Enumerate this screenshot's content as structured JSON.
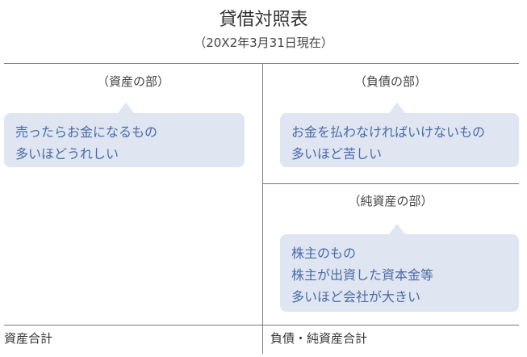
{
  "header": {
    "title": "貸借対照表",
    "subtitle": "（20X2年3月31日現在）"
  },
  "assets": {
    "label": "（資産の部）",
    "note": [
      "売ったらお金になるもの",
      "多いほどうれしい"
    ],
    "total": "資産合計"
  },
  "liabilities": {
    "label": "（負債の部）",
    "note": [
      "お金を払わなければいけないもの",
      "多いほど苦しい"
    ]
  },
  "net_assets": {
    "label": "（純資産の部）",
    "note": [
      "株主のもの",
      "株主が出資した資本金等",
      "多いほど会社が大きい"
    ]
  },
  "right_total": "負債・純資産合計",
  "colors": {
    "bubble_bg": "#dfe6f2",
    "bubble_text": "#4a6aa6",
    "line": "#777777"
  }
}
